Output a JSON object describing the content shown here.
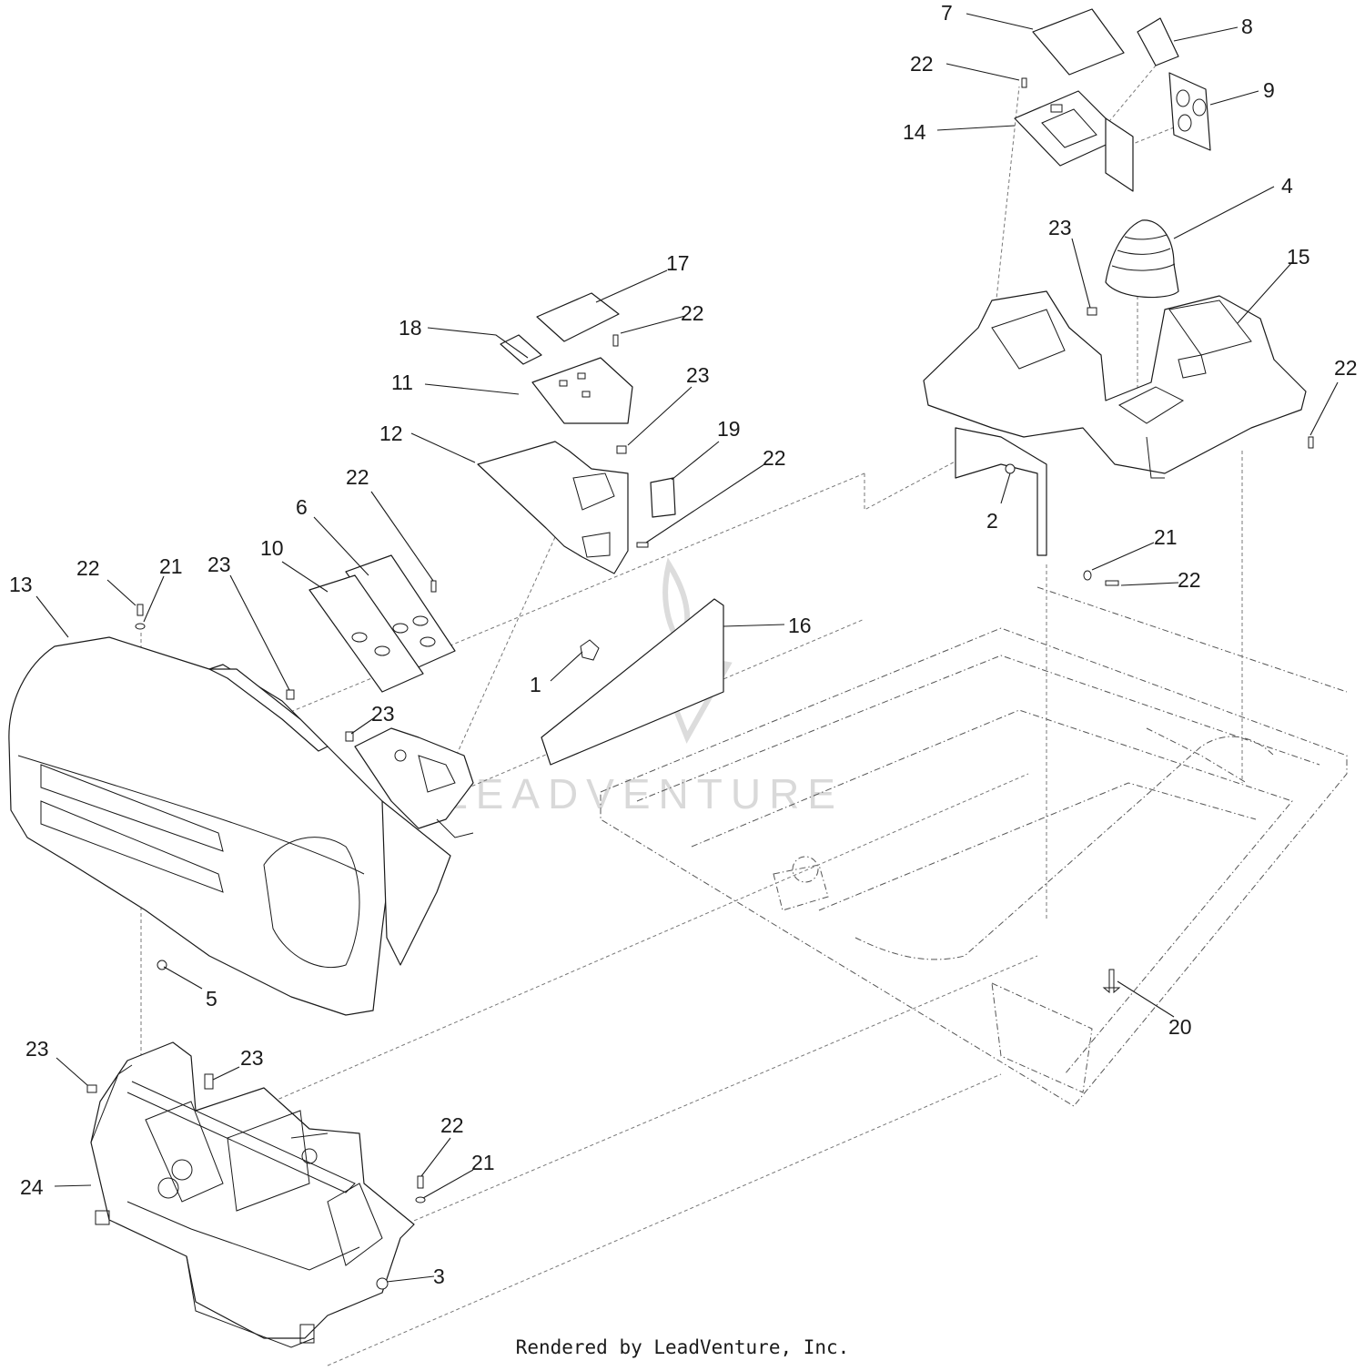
{
  "diagram": {
    "callouts": [
      {
        "id": "c7",
        "label": "7"
      },
      {
        "id": "c8",
        "label": "8"
      },
      {
        "id": "c22a",
        "label": "22"
      },
      {
        "id": "c9",
        "label": "9"
      },
      {
        "id": "c14",
        "label": "14"
      },
      {
        "id": "c4",
        "label": "4"
      },
      {
        "id": "c23a",
        "label": "23"
      },
      {
        "id": "c15",
        "label": "15"
      },
      {
        "id": "c22b",
        "label": "22"
      },
      {
        "id": "c17",
        "label": "17"
      },
      {
        "id": "c22c",
        "label": "22"
      },
      {
        "id": "c18",
        "label": "18"
      },
      {
        "id": "c11",
        "label": "11"
      },
      {
        "id": "c23b",
        "label": "23"
      },
      {
        "id": "c12",
        "label": "12"
      },
      {
        "id": "c19",
        "label": "19"
      },
      {
        "id": "c22d",
        "label": "22"
      },
      {
        "id": "c2",
        "label": "2"
      },
      {
        "id": "c21a",
        "label": "21"
      },
      {
        "id": "c22e",
        "label": "22"
      },
      {
        "id": "c22f",
        "label": "22"
      },
      {
        "id": "c6",
        "label": "6"
      },
      {
        "id": "c13",
        "label": "13"
      },
      {
        "id": "c22g",
        "label": "22"
      },
      {
        "id": "c21b",
        "label": "21"
      },
      {
        "id": "c23c",
        "label": "23"
      },
      {
        "id": "c10",
        "label": "10"
      },
      {
        "id": "c16",
        "label": "16"
      },
      {
        "id": "c1",
        "label": "1"
      },
      {
        "id": "c23d",
        "label": "23"
      },
      {
        "id": "c5",
        "label": "5"
      },
      {
        "id": "c20",
        "label": "20"
      },
      {
        "id": "c23e",
        "label": "23"
      },
      {
        "id": "c23f",
        "label": "23"
      },
      {
        "id": "c22h",
        "label": "22"
      },
      {
        "id": "c21c",
        "label": "21"
      },
      {
        "id": "c24",
        "label": "24"
      },
      {
        "id": "c3",
        "label": "3"
      }
    ]
  },
  "watermark": {
    "text": "LEADVENTURE"
  },
  "footer": {
    "credit": "Rendered by LeadVenture, Inc."
  }
}
